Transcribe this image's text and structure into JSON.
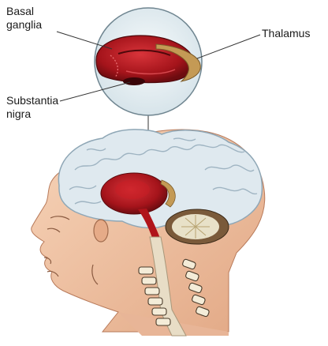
{
  "labels": {
    "basal_ganglia": [
      "Basal",
      "ganglia"
    ],
    "thalamus": "Thalamus",
    "substantia_nigra": [
      "Substantia",
      "nigra"
    ]
  },
  "colors": {
    "skin": "#f2c6a6",
    "skin_shadow": "#d99b78",
    "brain": "#dfe9ef",
    "brain_outline": "#8fa7b6",
    "basal_ganglia": "#b0141b",
    "thalamus": "#c49a55",
    "inset_bg": "#e8f0f3",
    "spine": "#e8ddc6"
  }
}
